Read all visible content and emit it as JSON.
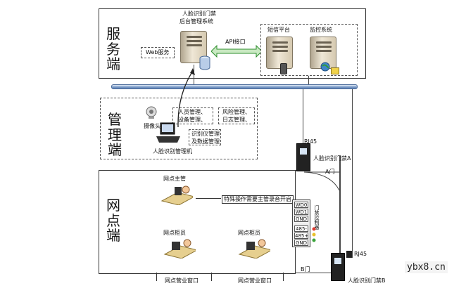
{
  "zones": {
    "server": "服务端",
    "management": "管理端",
    "branch": "网点端"
  },
  "server": {
    "main_system_line1": "人脸识别门禁",
    "main_system_line2": "后台管理系统",
    "web_service": "Web服务",
    "api": "API接口",
    "sms_platform": "短信平台",
    "monitor_system": "监控系统"
  },
  "management": {
    "camera": "摄像头",
    "personnel_mgmt": "人员管理、",
    "device_mgmt": "设备管理、",
    "risk_mgmt": "风险管理、",
    "log_mgmt": "日志管理、",
    "recognizer_mgmt": "识别仪管理",
    "data_mgmt": "及数据管理",
    "client_pc": "人脸识别管理机"
  },
  "branch": {
    "supervisor": "网点主管",
    "special_note": "特殊操作需要主管录音开启",
    "teller1": "网点柜员",
    "teller2": "网点柜员",
    "window1": "网点营业窗口",
    "window2": "网点营业窗口",
    "door_a": "A门",
    "door_b": "B门"
  },
  "devices": {
    "rj45_a": "RJ45",
    "rj45_b": "RJ45",
    "terminal_a": "人脸识别门禁A",
    "terminal_b": "人脸识别门禁B",
    "controller_label": "门禁控制器",
    "ports": [
      "WD0",
      "WD1",
      "GND",
      "485-",
      "485+",
      "GND"
    ]
  },
  "watermark": "ybx8.cn",
  "colors": {
    "bus": "#6d8fc0",
    "arrow": "#2f8f2f"
  }
}
